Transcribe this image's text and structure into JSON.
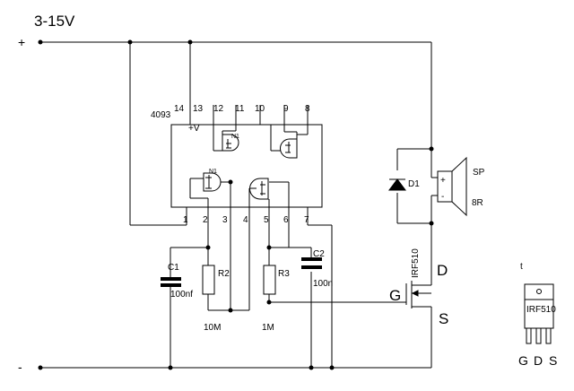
{
  "supply_label": "3-15V",
  "rail_plus": "+",
  "rail_minus": "-",
  "ic": {
    "part": "4093",
    "vplus": "+V",
    "gate_label": "N1",
    "pins_top": [
      "14",
      "13",
      "12",
      "11",
      "10",
      "9",
      "8"
    ],
    "pins_bottom": [
      "1",
      "2",
      "3",
      "4",
      "5",
      "6",
      "7"
    ]
  },
  "components": {
    "c1": {
      "name": "C1",
      "value": "100nf"
    },
    "c2": {
      "name": "C2",
      "value": "100n"
    },
    "r2": {
      "name": "R2",
      "value": "10M"
    },
    "r3": {
      "name": "R3",
      "value": "1M"
    },
    "d1": {
      "name": "D1"
    },
    "speaker": {
      "name": "SP",
      "value": "8R",
      "plus": "+",
      "minus": "-"
    },
    "mosfet": {
      "part": "IRF510",
      "gate": "G",
      "drain": "D",
      "source": "S"
    }
  },
  "package": {
    "corner": "t",
    "part": "IRF510",
    "pins": [
      "G",
      "D",
      "S"
    ]
  }
}
